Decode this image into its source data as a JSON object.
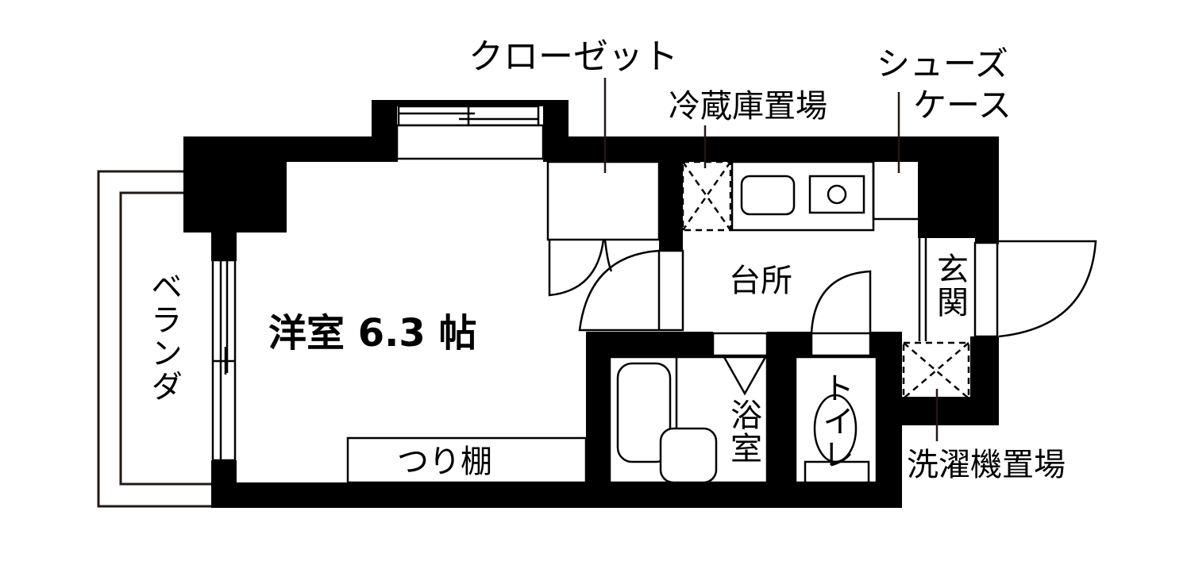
{
  "floor_plan": {
    "main_room": {
      "name": "洋室",
      "size": "6.3",
      "unit": "帖",
      "label": "洋室 6.3 帖"
    },
    "rooms": {
      "balcony": "ベランダ",
      "kitchen": "台所",
      "bathroom": "浴室",
      "toilet": "トイレ",
      "entrance": "玄関"
    },
    "callouts": {
      "closet": "クローゼット",
      "fridge_space": "冷蔵庫置場",
      "shoe_case_line1": "シューズ",
      "shoe_case_line2": "ケース",
      "washer_space": "洗濯機置場",
      "hanging_shelf": "つり棚"
    },
    "colors": {
      "wall": "#000000",
      "background": "#ffffff",
      "leader_line": "#231815"
    }
  }
}
